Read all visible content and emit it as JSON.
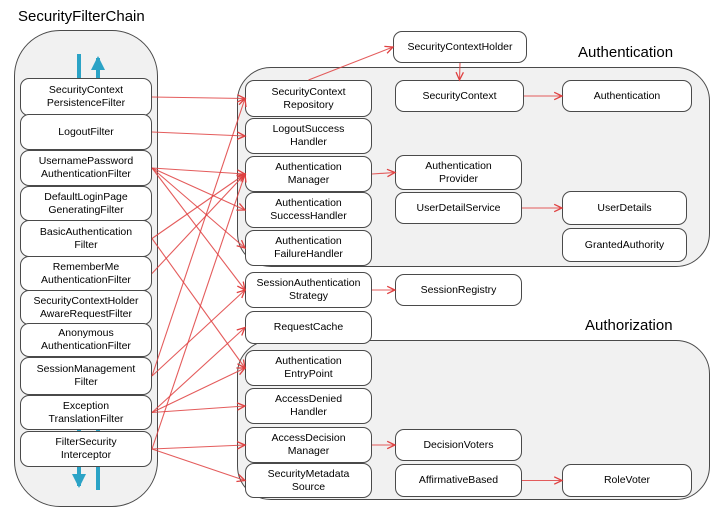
{
  "title": "SecurityFilterChain",
  "section_labels": {
    "authentication": "Authentication",
    "authorization": "Authorization"
  },
  "colors": {
    "edge": "#df4040",
    "flow": "#2ba3c6",
    "border": "#4a4a4a",
    "container_fill": "#f1f1f1"
  },
  "nodes": {
    "securityContextPersistenceFilter": {
      "label": "SecurityContext\nPersistenceFilter"
    },
    "logoutFilter": {
      "label": "LogoutFilter"
    },
    "usernamePasswordAuthenticationFilter": {
      "label": "UsernamePassword\nAuthenticationFilter"
    },
    "defaultLoginPageGeneratingFilter": {
      "label": "DefaultLoginPage\nGeneratingFilter"
    },
    "basicAuthenticationFilter": {
      "label": "BasicAuthentication\nFilter"
    },
    "rememberMeAuthenticationFilter": {
      "label": "RememberMe\nAuthenticationFilter"
    },
    "securityContextHolderAwareRequestFilter": {
      "label": "SecurityContextHolder\nAwareRequestFilter"
    },
    "anonymousAuthenticationFilter": {
      "label": "Anonymous\nAuthenticationFilter"
    },
    "sessionManagementFilter": {
      "label": "SessionManagement\nFilter"
    },
    "exceptionTranslationFilter": {
      "label": "Exception\nTranslationFilter"
    },
    "filterSecurityInterceptor": {
      "label": "FilterSecurity\nInterceptor"
    },
    "securityContextHolder": {
      "label": "SecurityContextHolder"
    },
    "securityContextRepository": {
      "label": "SecurityContext\nRepository"
    },
    "logoutSuccessHandler": {
      "label": "LogoutSuccess\nHandler"
    },
    "authenticationManager": {
      "label": "Authentication\nManager"
    },
    "authenticationSuccessHandler": {
      "label": "Authentication\nSuccessHandler"
    },
    "authenticationFailureHandler": {
      "label": "Authentication\nFailureHandler"
    },
    "securityContext": {
      "label": "SecurityContext"
    },
    "authenticationProvider": {
      "label": "Authentication\nProvider"
    },
    "userDetailService": {
      "label": "UserDetailService"
    },
    "authenticationNode": {
      "label": "Authentication"
    },
    "userDetails": {
      "label": "UserDetails"
    },
    "grantedAuthority": {
      "label": "GrantedAuthority"
    },
    "sessionAuthenticationStrategy": {
      "label": "SessionAuthentication\nStrategy"
    },
    "sessionRegistry": {
      "label": "SessionRegistry"
    },
    "requestCache": {
      "label": "RequestCache"
    },
    "authenticationEntryPoint": {
      "label": "Authentication\nEntryPoint"
    },
    "accessDeniedHandler": {
      "label": "AccessDenied\nHandler"
    },
    "accessDecisionManager": {
      "label": "AccessDecision\nManager"
    },
    "decisionVoters": {
      "label": "DecisionVoters"
    },
    "securityMetadataSource": {
      "label": "SecurityMetadata\nSource"
    },
    "affirmativeBased": {
      "label": "AffirmativeBased"
    },
    "roleVoter": {
      "label": "RoleVoter"
    }
  },
  "edges": [
    {
      "from": "securityContextPersistenceFilter",
      "to": "securityContextRepository"
    },
    {
      "from": "logoutFilter",
      "to": "logoutSuccessHandler"
    },
    {
      "from": "usernamePasswordAuthenticationFilter",
      "to": "authenticationManager"
    },
    {
      "from": "usernamePasswordAuthenticationFilter",
      "to": "authenticationSuccessHandler"
    },
    {
      "from": "usernamePasswordAuthenticationFilter",
      "to": "authenticationFailureHandler"
    },
    {
      "from": "usernamePasswordAuthenticationFilter",
      "to": "sessionAuthenticationStrategy"
    },
    {
      "from": "basicAuthenticationFilter",
      "to": "authenticationManager"
    },
    {
      "from": "basicAuthenticationFilter",
      "to": "authenticationEntryPoint"
    },
    {
      "from": "rememberMeAuthenticationFilter",
      "to": "authenticationManager"
    },
    {
      "from": "sessionManagementFilter",
      "to": "securityContextRepository"
    },
    {
      "from": "sessionManagementFilter",
      "to": "sessionAuthenticationStrategy"
    },
    {
      "from": "exceptionTranslationFilter",
      "to": "requestCache"
    },
    {
      "from": "exceptionTranslationFilter",
      "to": "authenticationEntryPoint"
    },
    {
      "from": "exceptionTranslationFilter",
      "to": "accessDeniedHandler"
    },
    {
      "from": "filterSecurityInterceptor",
      "to": "authenticationManager"
    },
    {
      "from": "filterSecurityInterceptor",
      "to": "accessDecisionManager"
    },
    {
      "from": "filterSecurityInterceptor",
      "to": "securityMetadataSource"
    },
    {
      "from": "securityContextRepository",
      "to": "securityContextHolder",
      "fromSide": "top",
      "toSide": "left"
    },
    {
      "from": "securityContextHolder",
      "to": "securityContext",
      "fromSide": "bottom",
      "toSide": "top"
    },
    {
      "from": "securityContext",
      "to": "authenticationNode"
    },
    {
      "from": "authenticationManager",
      "to": "authenticationProvider"
    },
    {
      "from": "userDetailService",
      "to": "userDetails"
    },
    {
      "from": "sessionAuthenticationStrategy",
      "to": "sessionRegistry"
    },
    {
      "from": "accessDecisionManager",
      "to": "decisionVoters"
    },
    {
      "from": "affirmativeBased",
      "to": "roleVoter"
    }
  ]
}
